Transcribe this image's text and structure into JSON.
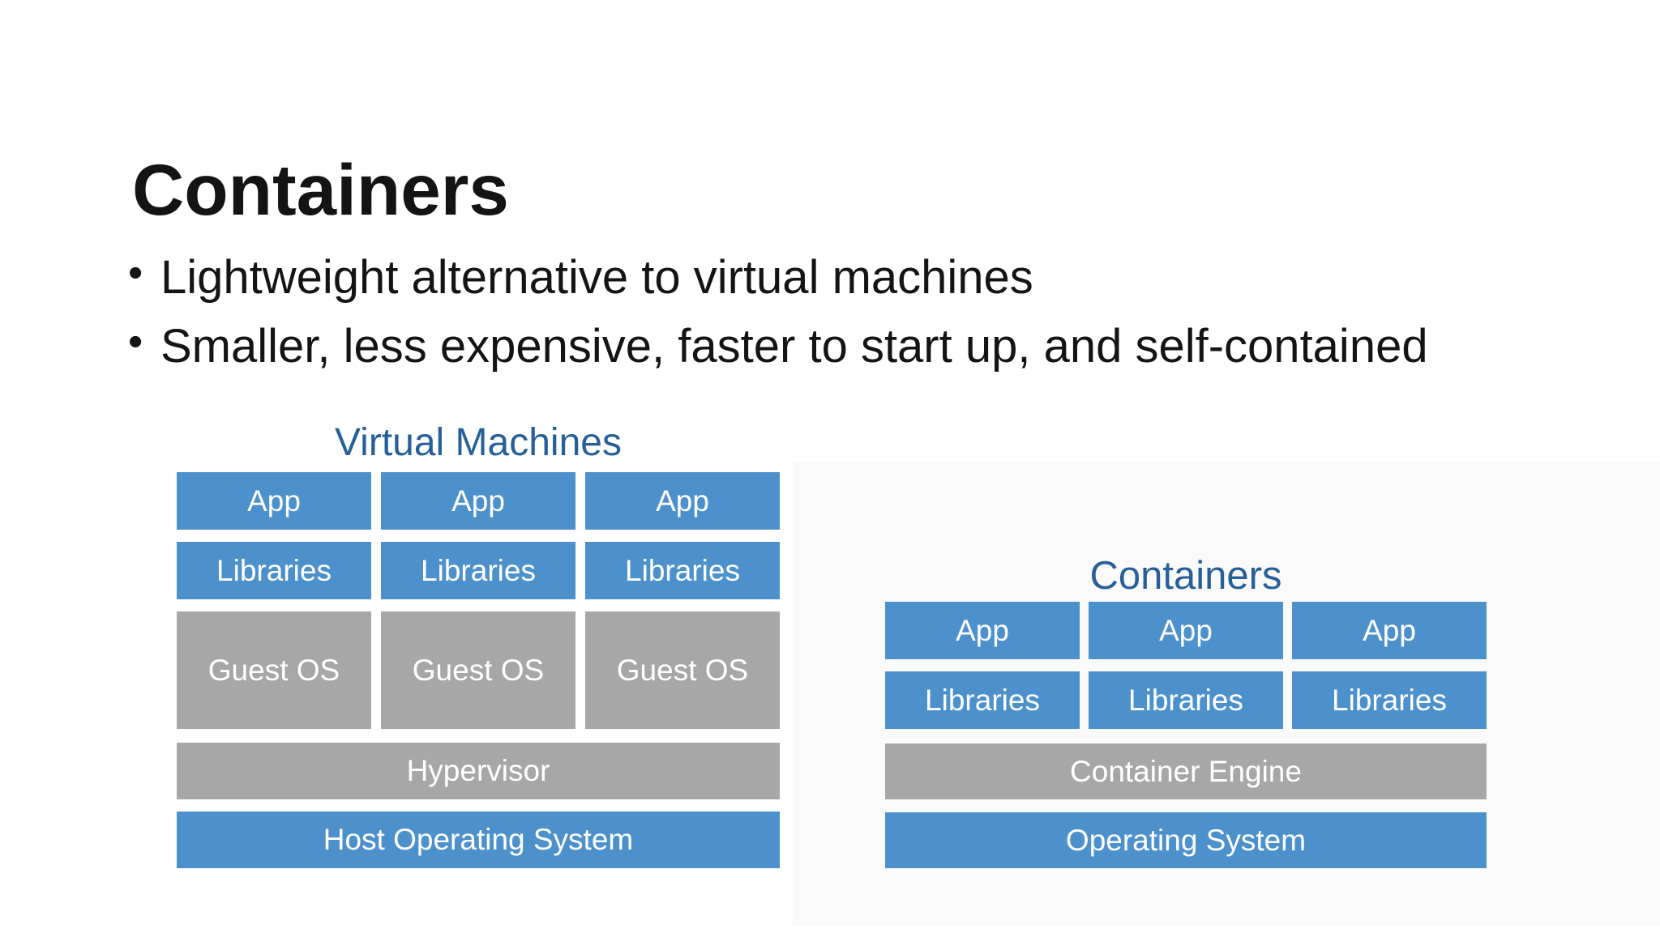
{
  "slide": {
    "title": "Containers",
    "bullets": [
      "Lightweight alternative to virtual machines",
      "Smaller, less expensive, faster to start up, and self-contained"
    ]
  },
  "vm_diagram": {
    "title": "Virtual Machines",
    "app_labels": [
      "App",
      "App",
      "App"
    ],
    "library_labels": [
      "Libraries",
      "Libraries",
      "Libraries"
    ],
    "guest_os_labels": [
      "Guest OS",
      "Guest OS",
      "Guest OS"
    ],
    "hypervisor_label": "Hypervisor",
    "host_os_label": "Host Operating System"
  },
  "container_diagram": {
    "title": "Containers",
    "app_labels": [
      "App",
      "App",
      "App"
    ],
    "library_labels": [
      "Libraries",
      "Libraries",
      "Libraries"
    ],
    "engine_label": "Container Engine",
    "os_label": "Operating System"
  },
  "colors": {
    "box_blue": "#4d91cc",
    "box_gray": "#a7a7a7",
    "heading_blue": "#275f99",
    "text_black": "#141414",
    "label_white": "#ffffff",
    "bg": "#ffffff",
    "panel_bg": "#fafafa"
  }
}
